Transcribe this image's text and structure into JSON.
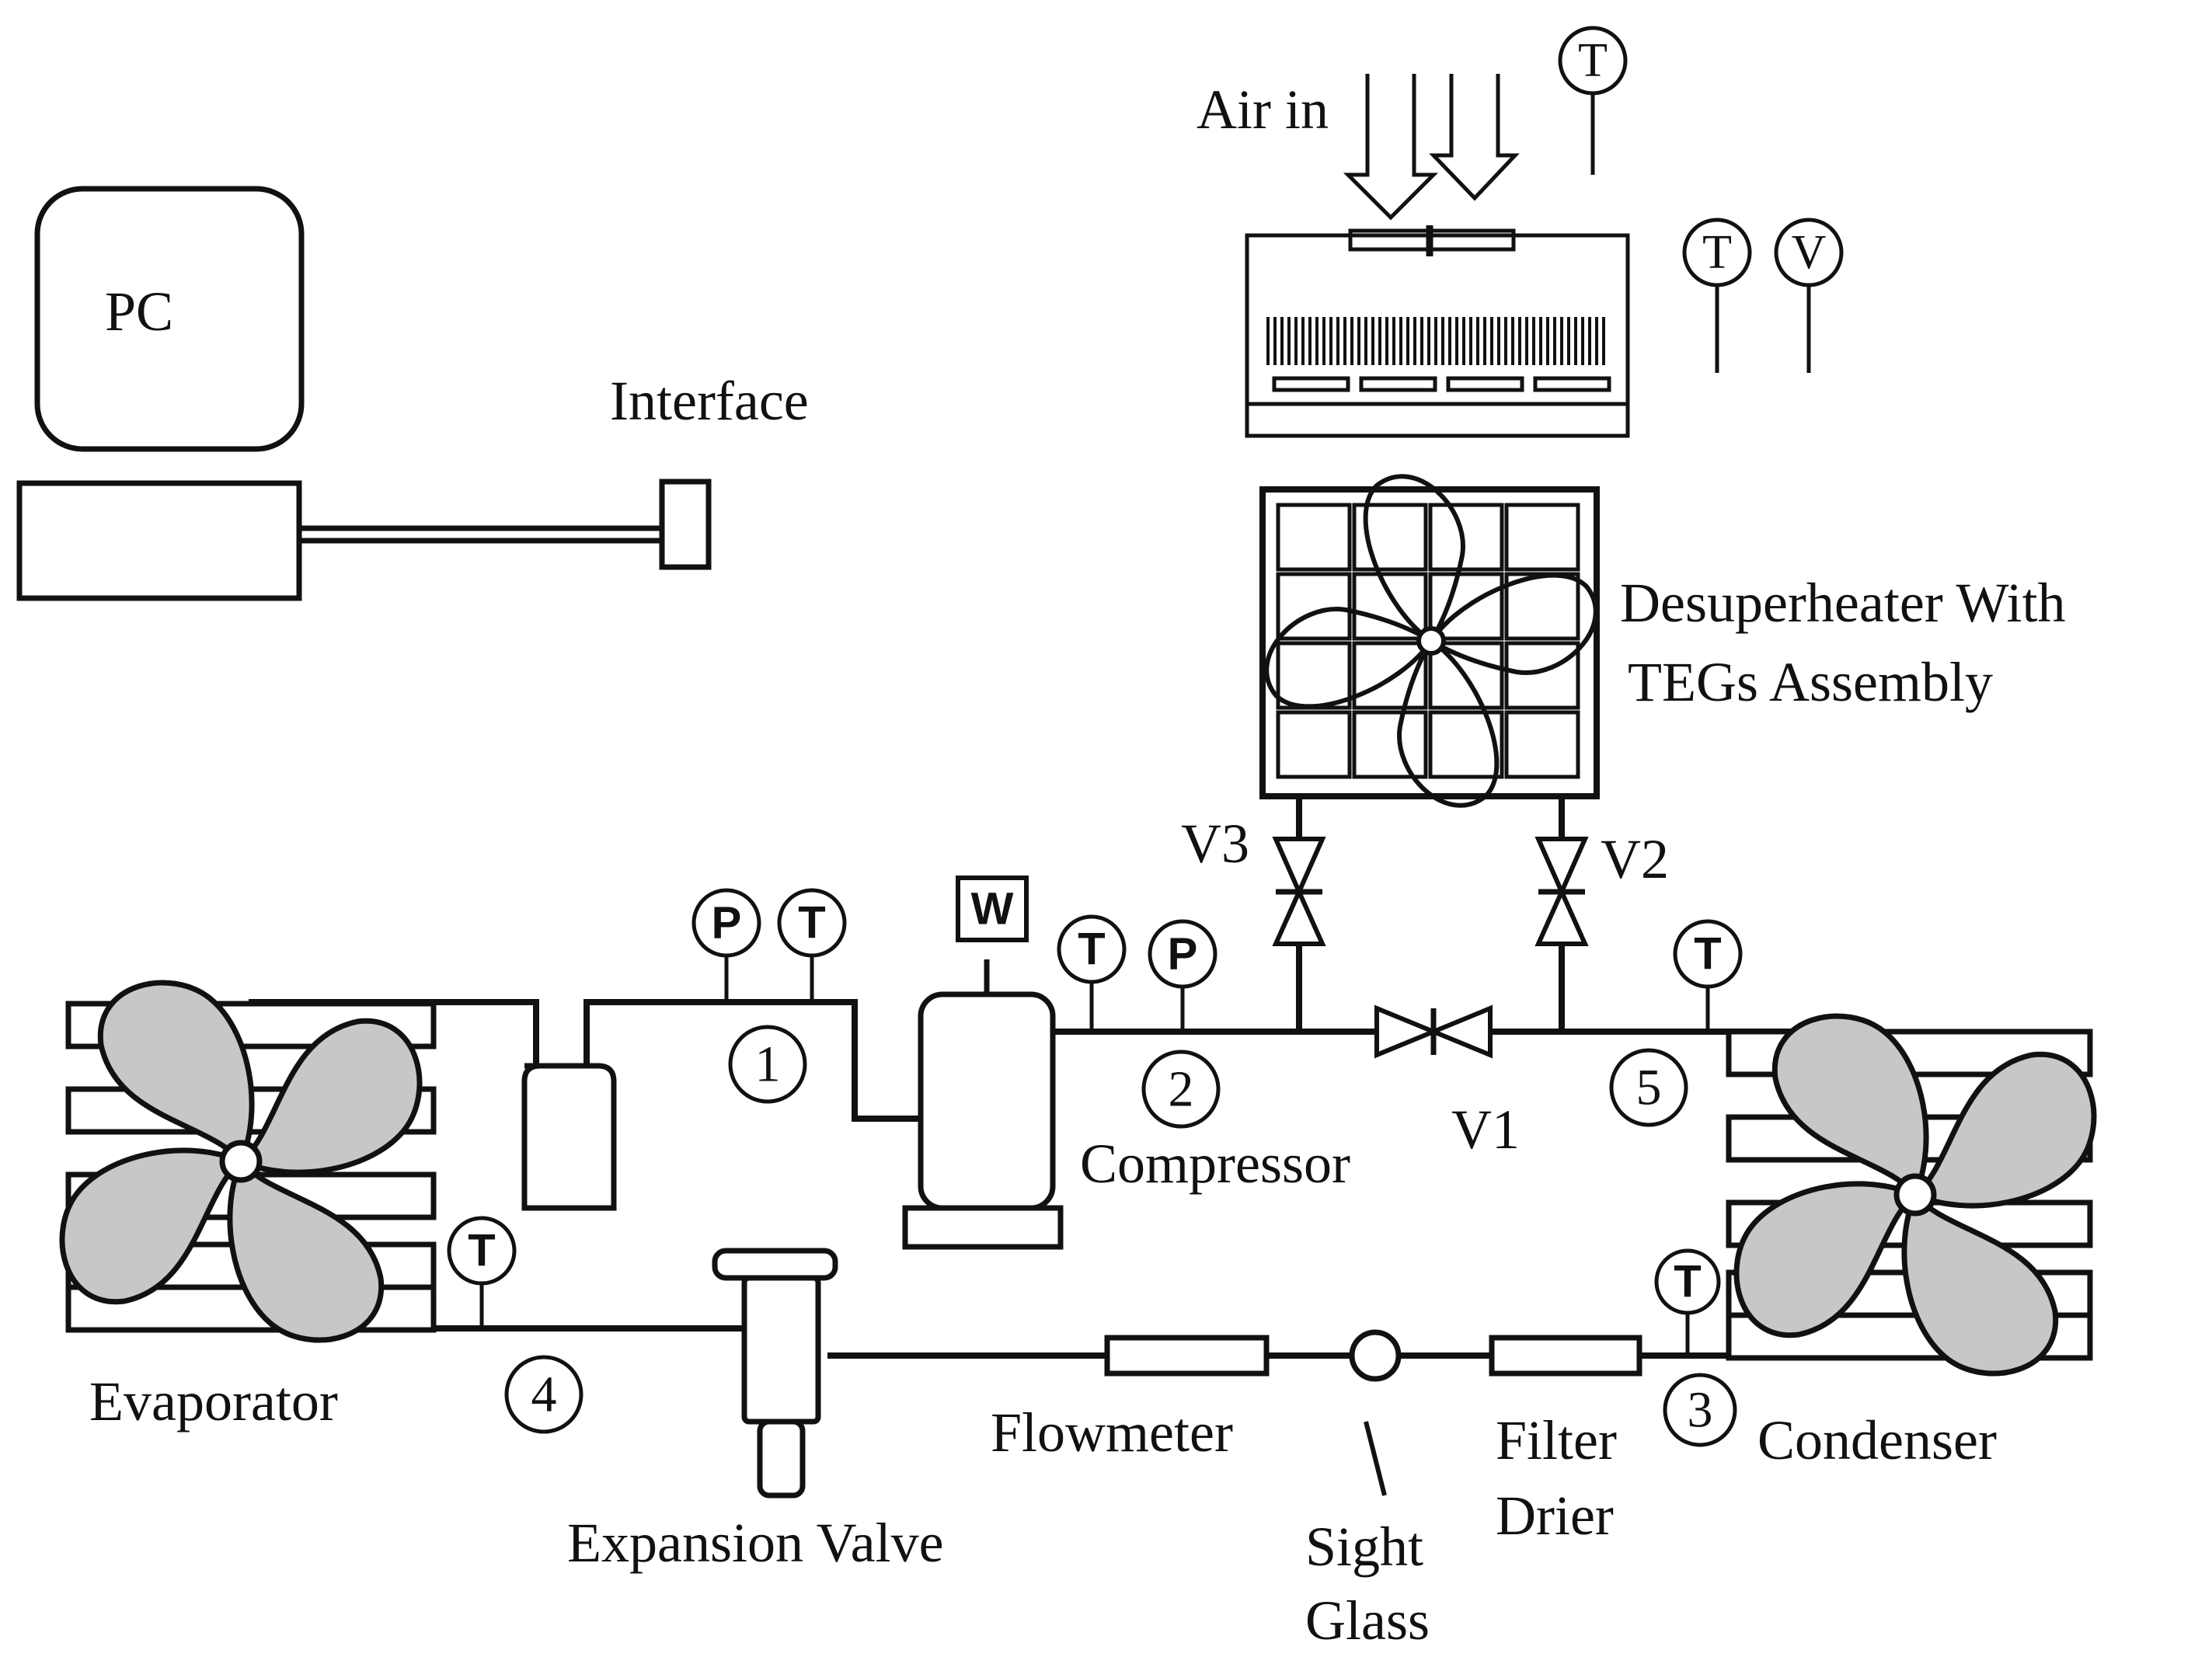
{
  "labels": {
    "pc": "PC",
    "interface": "Interface",
    "air_in": "Air in",
    "desuperheater_line1": "Desuperheater With",
    "desuperheater_line2": "TEGs Assembly",
    "v1": "V1",
    "v2": "V2",
    "v3": "V3",
    "compressor": "Compressor",
    "evaporator": "Evaporator",
    "expansion_valve": "Expansion Valve",
    "flowmeter": "Flowmeter",
    "sight_line1": "Sight",
    "sight_line2": "Glass",
    "filter_line1": "Filter",
    "filter_line2": "Drier",
    "condenser": "Condenser"
  },
  "state_points": [
    "1",
    "2",
    "3",
    "4",
    "5"
  ],
  "gauges": {
    "t": "T",
    "p": "P",
    "v": "V",
    "w": "W"
  }
}
